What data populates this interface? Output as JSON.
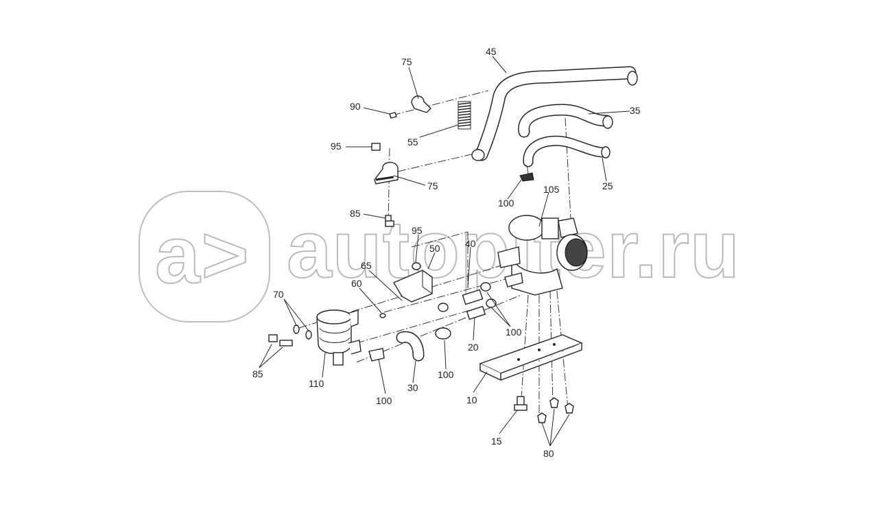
{
  "watermark": {
    "badge": "a>",
    "text": "autopiter.ru"
  },
  "callouts": [
    {
      "id": "c-75-top",
      "label": "75"
    },
    {
      "id": "c-45",
      "label": "45"
    },
    {
      "id": "c-90",
      "label": "90"
    },
    {
      "id": "c-55",
      "label": "55"
    },
    {
      "id": "c-35",
      "label": "35"
    },
    {
      "id": "c-95-top",
      "label": "95"
    },
    {
      "id": "c-75-mid",
      "label": "75"
    },
    {
      "id": "c-25",
      "label": "25"
    },
    {
      "id": "c-100-top",
      "label": "100"
    },
    {
      "id": "c-105",
      "label": "105"
    },
    {
      "id": "c-85-top",
      "label": "85"
    },
    {
      "id": "c-95-mid",
      "label": "95"
    },
    {
      "id": "c-50",
      "label": "50"
    },
    {
      "id": "c-40",
      "label": "40"
    },
    {
      "id": "c-65",
      "label": "65"
    },
    {
      "id": "c-60",
      "label": "60"
    },
    {
      "id": "c-70",
      "label": "70"
    },
    {
      "id": "c-100-right",
      "label": "100"
    },
    {
      "id": "c-20",
      "label": "20"
    },
    {
      "id": "c-85-bottom",
      "label": "85"
    },
    {
      "id": "c-110",
      "label": "110"
    },
    {
      "id": "c-100-mid",
      "label": "100"
    },
    {
      "id": "c-30",
      "label": "30"
    },
    {
      "id": "c-100-bottom",
      "label": "100"
    },
    {
      "id": "c-10",
      "label": "10"
    },
    {
      "id": "c-15",
      "label": "15"
    },
    {
      "id": "c-80",
      "label": "80"
    }
  ]
}
